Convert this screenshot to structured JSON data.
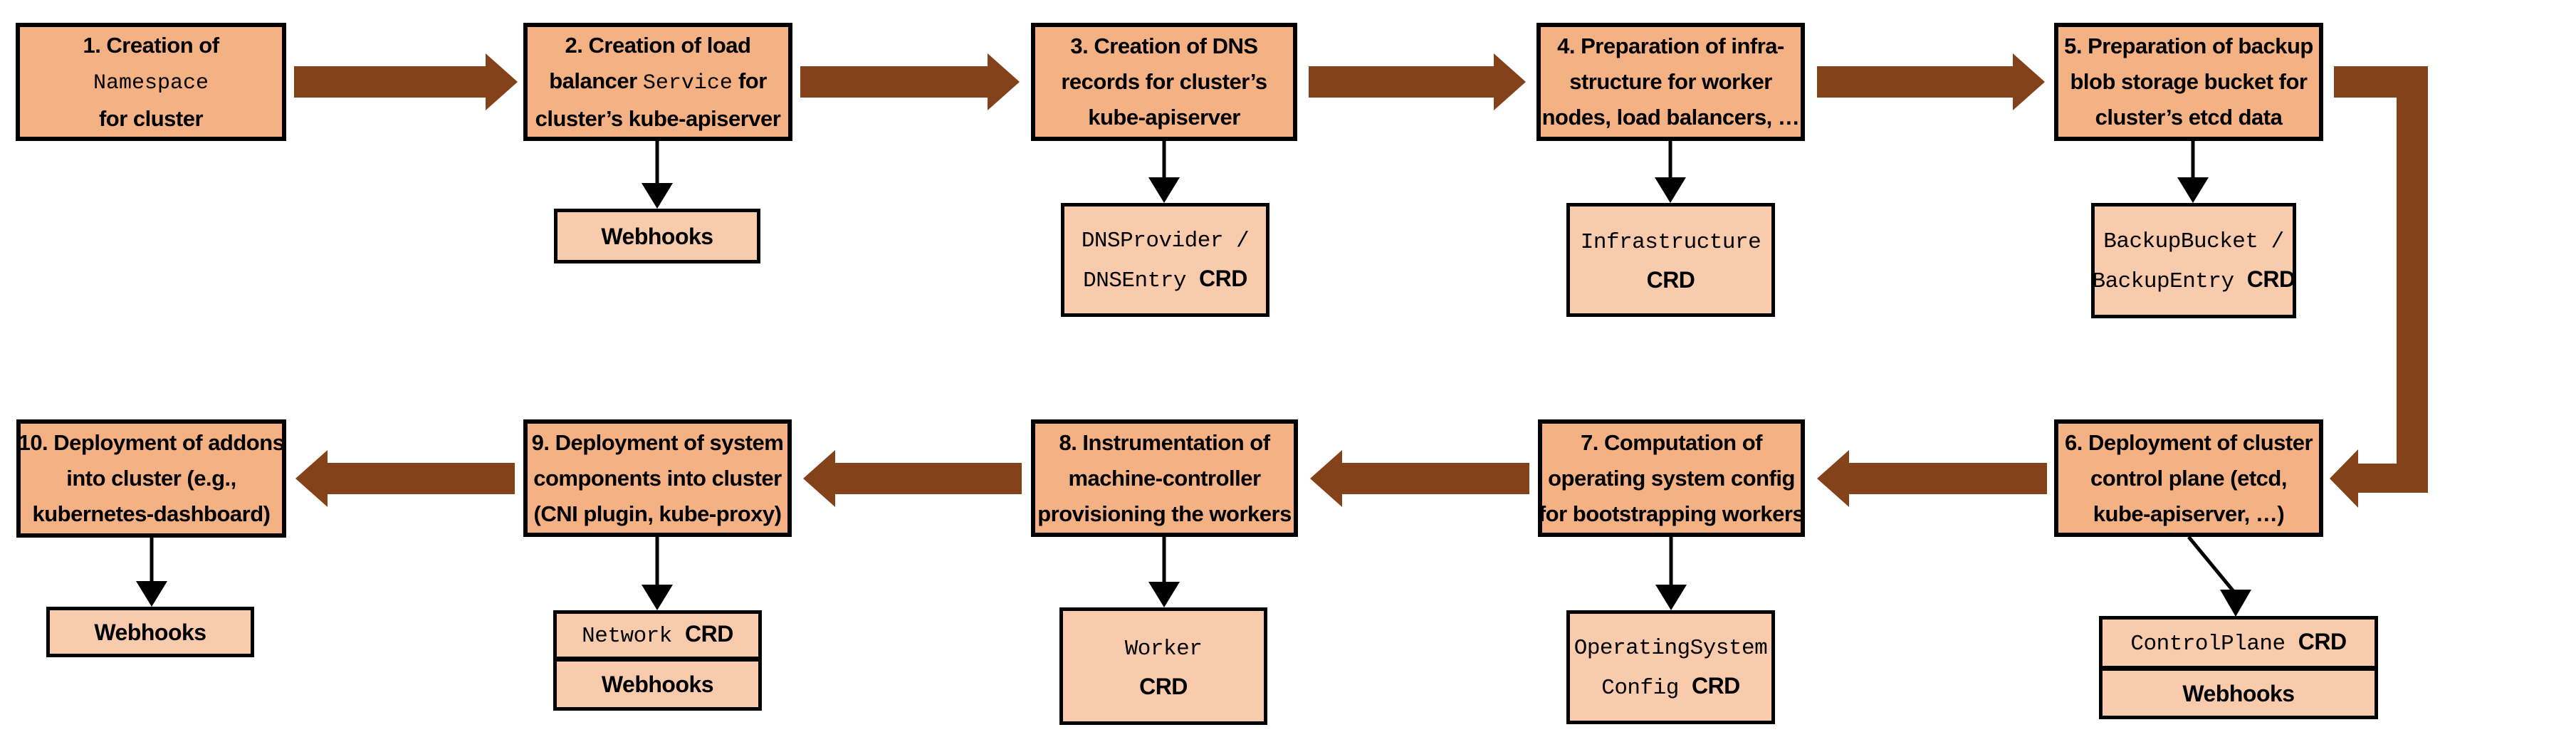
{
  "colors": {
    "background": "#FFFFFF",
    "step_fill": "#F4B183",
    "child_fill": "#F8CBAD",
    "flow_arrow": "#84421A",
    "connector": "#000000",
    "border": "#000000"
  },
  "steps": [
    {
      "id": "1",
      "lines": [
        {
          "pre": "1. Creation of"
        },
        {
          "code": "Namespace"
        },
        {
          "pre": "for cluster"
        }
      ],
      "children": []
    },
    {
      "id": "2",
      "lines": [
        {
          "pre": "2. Creation of load"
        },
        {
          "pre": "balancer ",
          "code": "Service",
          "post": " for"
        },
        {
          "pre": "cluster’s kube-apiserver"
        }
      ],
      "children": [
        {
          "lines": [
            {
              "post": "Webhooks"
            }
          ]
        }
      ]
    },
    {
      "id": "3",
      "lines": [
        {
          "pre": "3. Creation of DNS"
        },
        {
          "pre": "records for cluster’s"
        },
        {
          "pre": "kube-apiserver"
        }
      ],
      "children": [
        {
          "lines": [
            {
              "code": "DNSProvider /"
            },
            {
              "code": "DNSEntry ",
              "post": "CRD"
            }
          ]
        }
      ]
    },
    {
      "id": "4",
      "lines": [
        {
          "pre": "4. Preparation of infra-"
        },
        {
          "pre": "structure for worker"
        },
        {
          "pre": "nodes, load balancers, …"
        }
      ],
      "children": [
        {
          "lines": [
            {
              "code": "Infrastructure"
            },
            {
              "post": "CRD"
            }
          ]
        }
      ]
    },
    {
      "id": "5",
      "lines": [
        {
          "pre": "5. Preparation of backup"
        },
        {
          "pre": "blob storage bucket for"
        },
        {
          "pre": "cluster’s etcd data"
        }
      ],
      "children": [
        {
          "lines": [
            {
              "code": "BackupBucket /"
            },
            {
              "code": "BackupEntry ",
              "post": "CRD"
            }
          ]
        }
      ]
    },
    {
      "id": "6",
      "lines": [
        {
          "pre": "6. Deployment of cluster"
        },
        {
          "pre": "control plane (etcd,"
        },
        {
          "pre": "kube-apiserver, …)"
        }
      ],
      "children": [
        {
          "lines": [
            {
              "code": "ControlPlane ",
              "post": "CRD"
            }
          ]
        },
        {
          "lines": [
            {
              "post": "Webhooks"
            }
          ]
        }
      ]
    },
    {
      "id": "7",
      "lines": [
        {
          "pre": "7. Computation of"
        },
        {
          "pre": "operating system config"
        },
        {
          "pre": "for bootstrapping workers"
        }
      ],
      "children": [
        {
          "lines": [
            {
              "code": "OperatingSystem"
            },
            {
              "code": "Config ",
              "post": "CRD"
            }
          ]
        }
      ]
    },
    {
      "id": "8",
      "lines": [
        {
          "pre": "8. Instrumentation of"
        },
        {
          "pre": "machine-controller"
        },
        {
          "pre": "provisioning the workers"
        }
      ],
      "children": [
        {
          "lines": [
            {
              "code": "Worker"
            },
            {
              "post": "CRD"
            }
          ]
        }
      ]
    },
    {
      "id": "9",
      "lines": [
        {
          "pre": "9. Deployment of system"
        },
        {
          "pre": "components into cluster"
        },
        {
          "pre": "(CNI plugin, kube-proxy)"
        }
      ],
      "children": [
        {
          "lines": [
            {
              "code": "Network ",
              "post": "CRD"
            }
          ]
        },
        {
          "lines": [
            {
              "post": "Webhooks"
            }
          ]
        }
      ]
    },
    {
      "id": "10",
      "lines": [
        {
          "pre": "10. Deployment of addons"
        },
        {
          "pre": "into cluster (e.g.,"
        },
        {
          "pre": "kubernetes-dashboard)"
        }
      ],
      "children": [
        {
          "lines": [
            {
              "post": "Webhooks"
            }
          ]
        }
      ]
    }
  ]
}
